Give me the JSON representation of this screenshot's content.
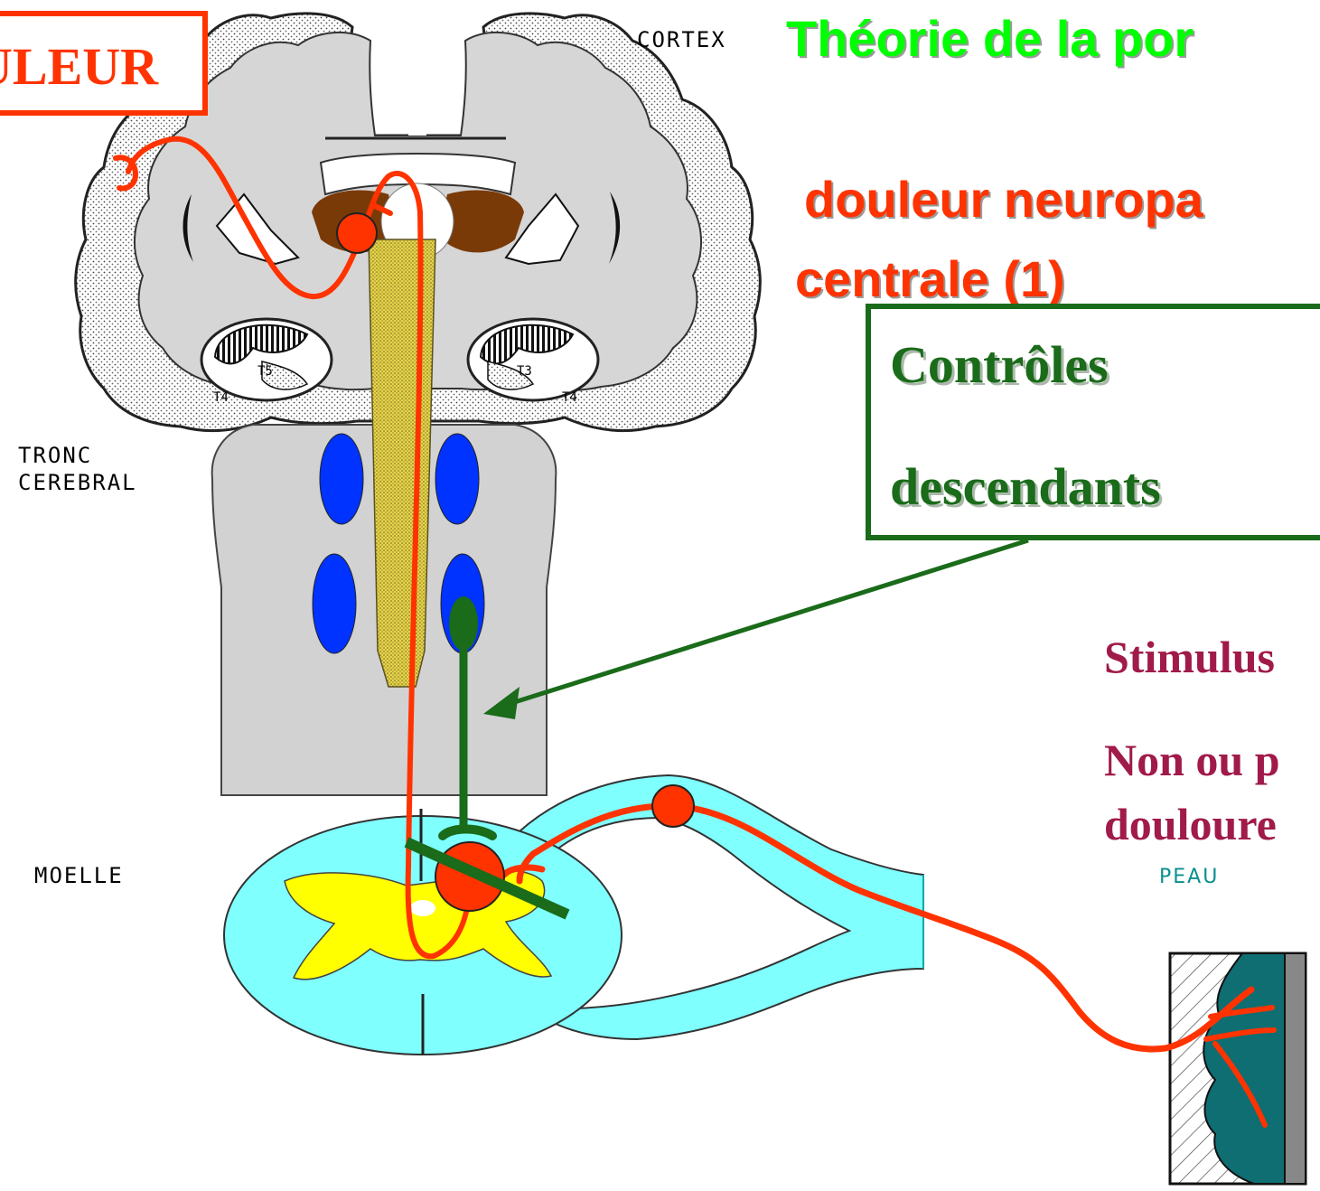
{
  "title": "Théorie de la por",
  "subtitle_line1": "douleur neuropa",
  "subtitle_line2": "centrale (1)",
  "box_douleur": "ULEUR",
  "box_controles": {
    "line1": "Contrôles",
    "line2": "descendants"
  },
  "labels": {
    "cortex": "CORTEX",
    "tronc_line1": "TRONC",
    "tronc_line2": "CEREBRAL",
    "moelle": "MOELLE",
    "peau": "PEAU",
    "t4_left": "T4",
    "t5": "T5",
    "t3": "T3",
    "t4_right": "T4"
  },
  "stimulus": {
    "line1": "Stimulus",
    "line2": "Non ou p",
    "line3": "douloure"
  },
  "colors": {
    "pain_pathway": "#ff3300",
    "descending_control": "#1a6b1a",
    "title_green": "#00ff00",
    "nerve_cyan": "#80ffff",
    "grey_matter": "#ffff00",
    "nuclei_blue": "#0033ff",
    "thalamus_brown": "#7a3a08",
    "stimulus_text": "#a01a4a"
  }
}
